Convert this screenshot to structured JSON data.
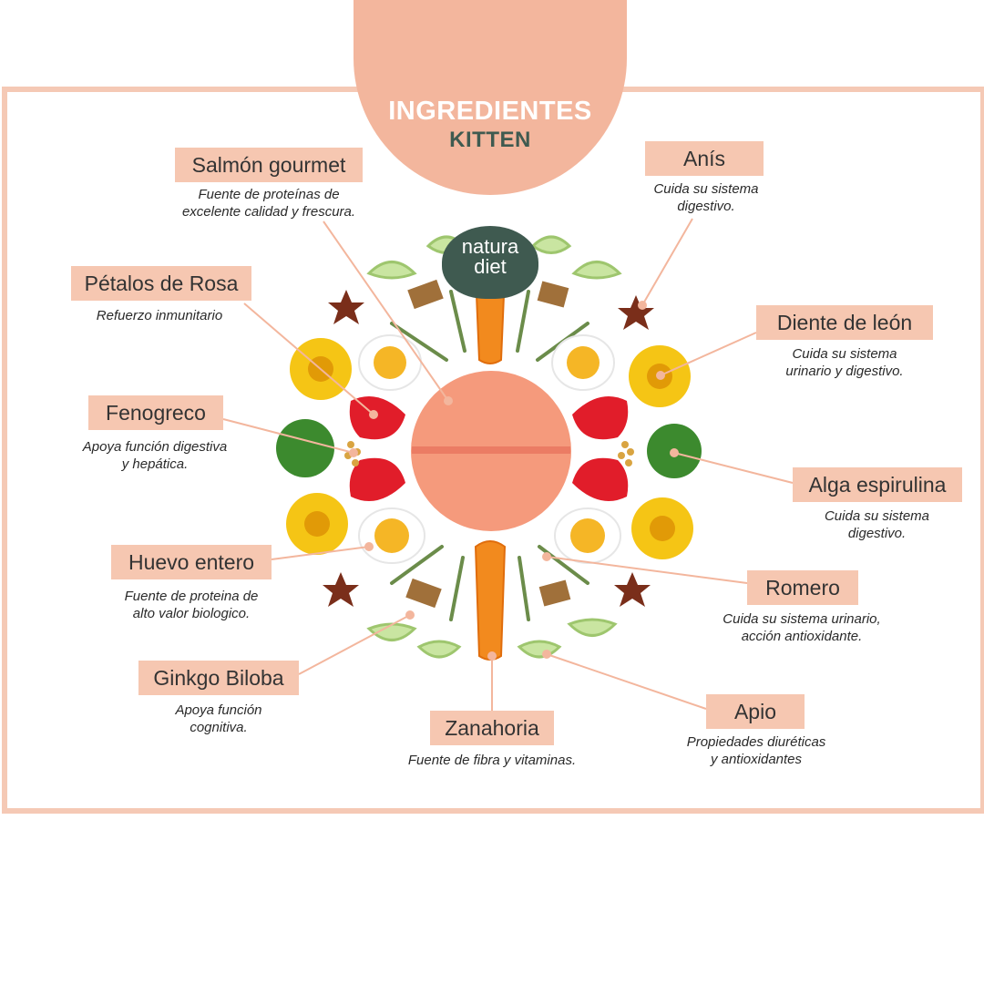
{
  "header": {
    "title": "INGREDIENTES",
    "subtitle": "KITTEN"
  },
  "logo": {
    "line1": "natura",
    "line2": "diet"
  },
  "ingredients": [
    {
      "name": "Salmón gourmet",
      "desc1": "Fuente de proteínas de",
      "desc2": "excelente calidad y frescura."
    },
    {
      "name": "Anís",
      "desc1": "Cuida su sistema",
      "desc2": "digestivo."
    },
    {
      "name": "Pétalos de Rosa",
      "desc1": "Refuerzo inmunitario",
      "desc2": ""
    },
    {
      "name": "Diente de león",
      "desc1": "Cuida su sistema",
      "desc2": "urinario y digestivo."
    },
    {
      "name": "Fenogreco",
      "desc1": "Apoya función digestiva",
      "desc2": "y hepática."
    },
    {
      "name": "Alga espirulina",
      "desc1": "Cuida su sistema",
      "desc2": "digestivo."
    },
    {
      "name": "Huevo entero",
      "desc1": "Fuente de proteina de",
      "desc2": "alto valor biologico."
    },
    {
      "name": "Romero",
      "desc1": "Cuida su sistema urinario,",
      "desc2": "acción antioxidante."
    },
    {
      "name": "Ginkgo Biloba",
      "desc1": "Apoya función",
      "desc2": "cognitiva."
    },
    {
      "name": "Zanahoria",
      "desc1": "Fuente de fibra y vitaminas.",
      "desc2": ""
    },
    {
      "name": "Apio",
      "desc1": "Propiedades diuréticas",
      "desc2": "y antioxidantes"
    }
  ],
  "colors": {
    "frame": "#f5c9b5",
    "label_bg": "#f6c7b1",
    "header_bg": "#f3b69d",
    "logo_bg": "#3f5a50",
    "salmon": "#f59a7c",
    "connector": "#f3b69d"
  }
}
